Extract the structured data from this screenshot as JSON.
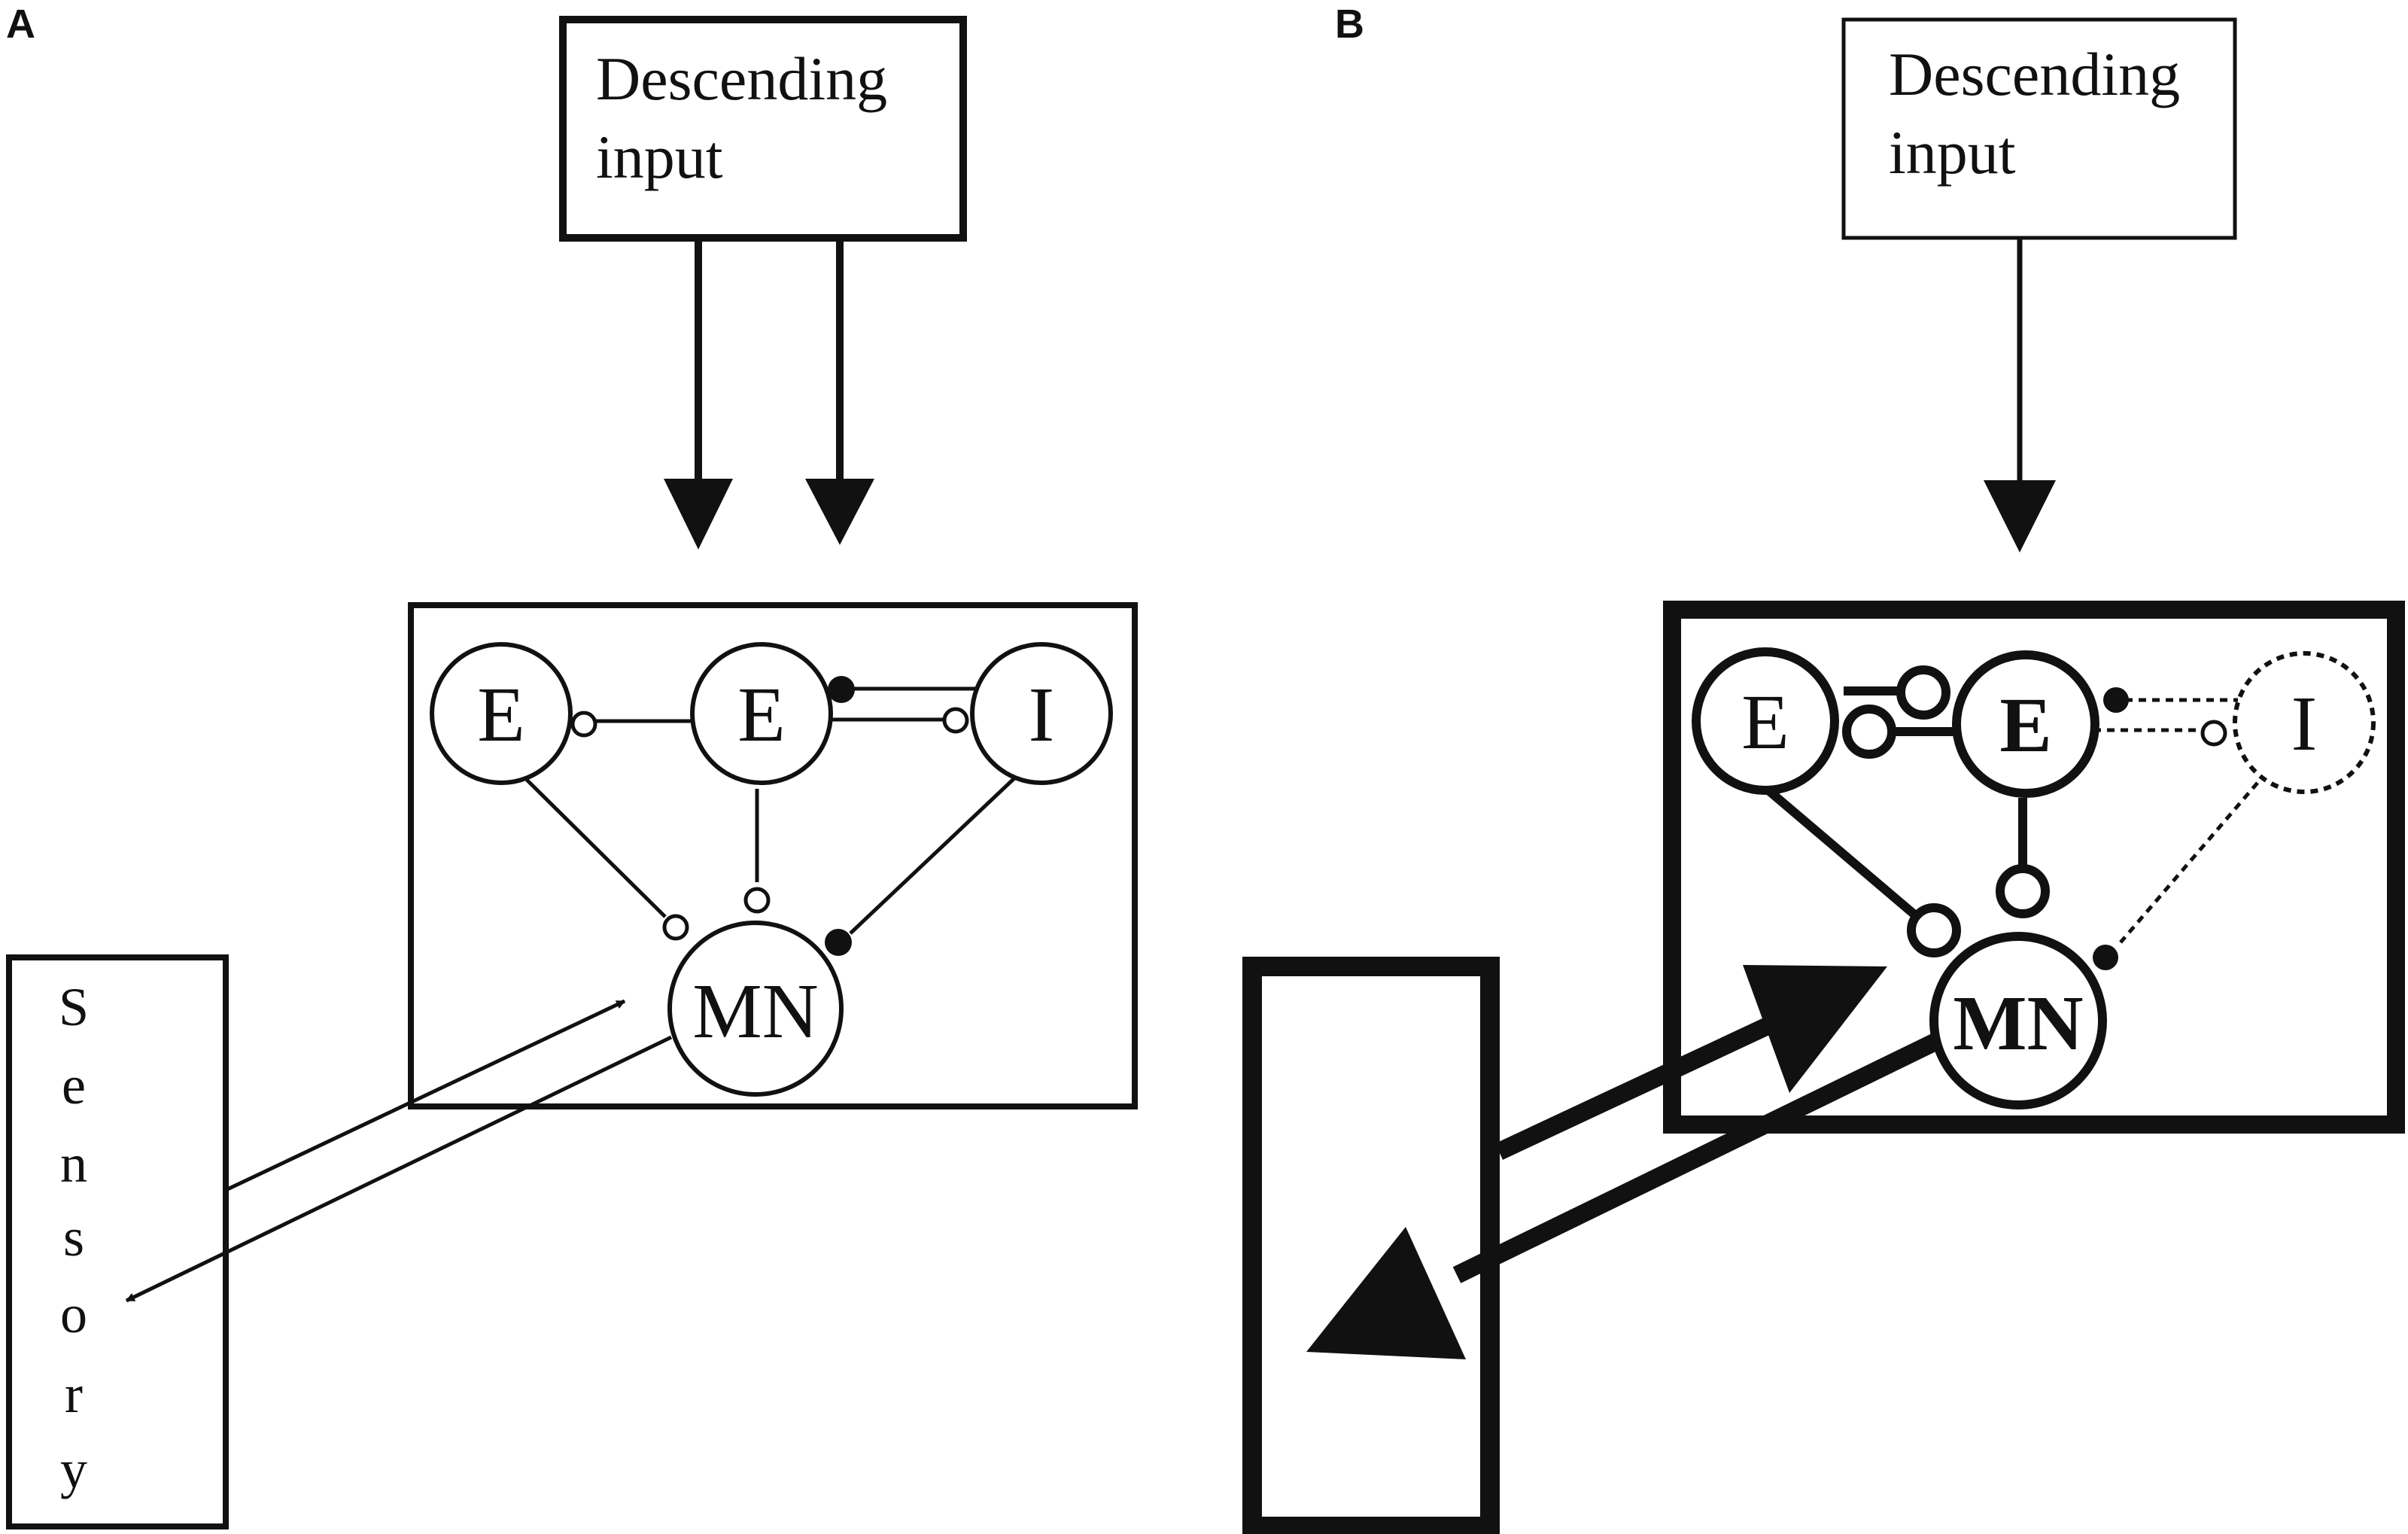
{
  "panels": {
    "a": {
      "label": "A",
      "descending_line1": "Descending",
      "descending_line2": "input",
      "nodes": {
        "e_left": "E",
        "e_mid": "E",
        "inhib": "I",
        "mn": "MN"
      },
      "sensory_letters": [
        "S",
        "e",
        "n",
        "s",
        "o",
        "r",
        "y"
      ]
    },
    "b": {
      "label": "B",
      "descending_line1": "Descending",
      "descending_line2": "input",
      "nodes": {
        "e_left": "E",
        "e_mid": "E",
        "inhib": "I",
        "mn": "MN"
      }
    }
  }
}
